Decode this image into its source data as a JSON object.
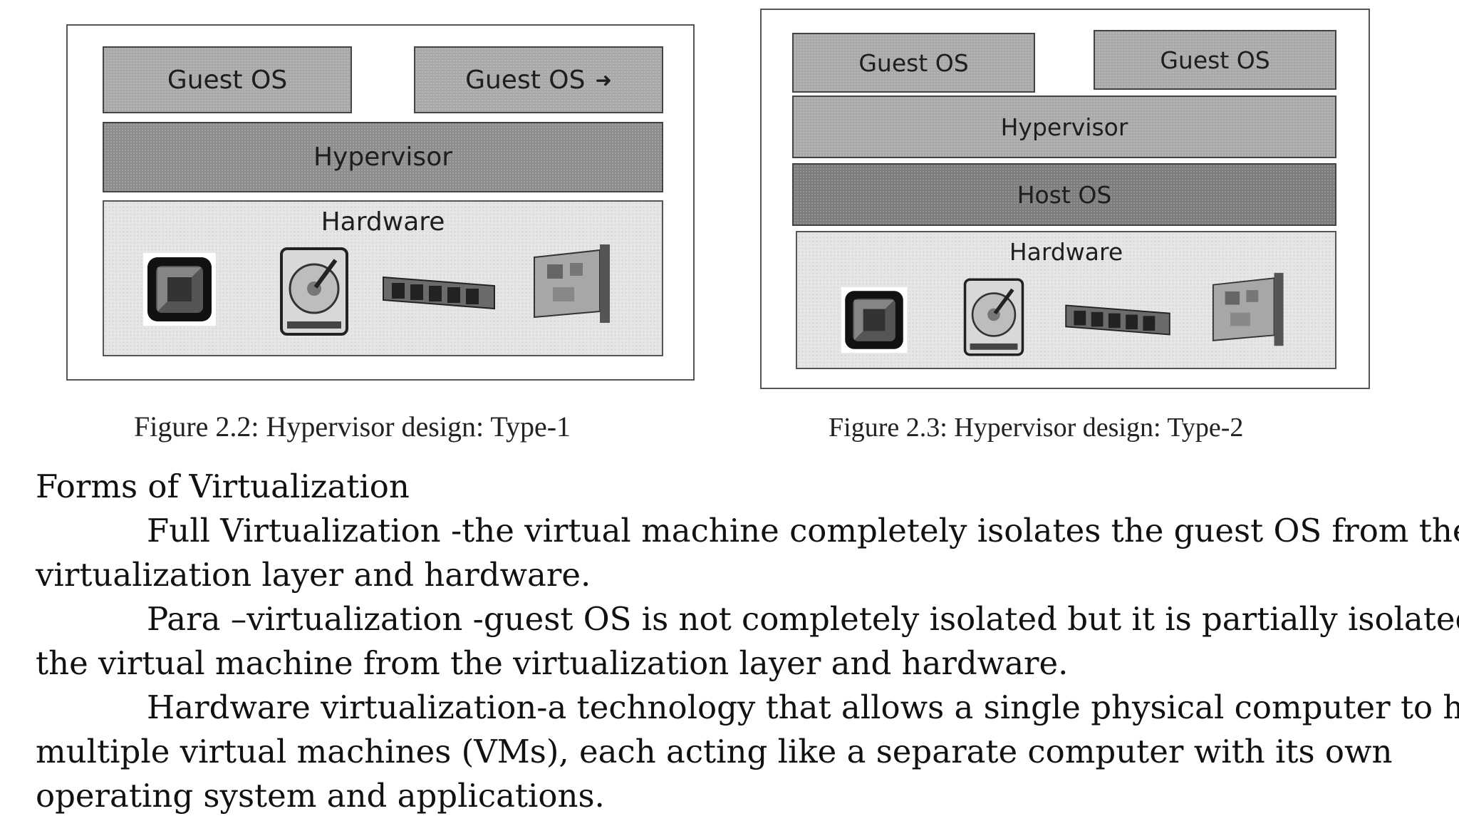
{
  "figures": [
    {
      "guest_os_left": "Guest OS",
      "guest_os_right": "Guest OS",
      "hypervisor": "Hypervisor",
      "hardware": "Hardware",
      "caption": "Figure 2.2: Hypervisor design: Type-1",
      "icons": [
        "cpu-chip-icon",
        "hard-drive-icon",
        "ram-module-icon",
        "network-card-icon"
      ]
    },
    {
      "guest_os_left": "Guest OS",
      "guest_os_right": "Guest OS",
      "hypervisor": "Hypervisor",
      "host_os": "Host OS",
      "hardware": "Hardware",
      "caption": "Figure 2.3: Hypervisor design: Type-2",
      "icons": [
        "cpu-chip-icon",
        "hard-drive-icon",
        "ram-module-icon",
        "network-card-icon"
      ]
    }
  ],
  "section": {
    "heading": "Forms of Virtualization",
    "p1_line1": "Full Virtualization -the virtual machine completely isolates the guest OS from the",
    "p1_line2": "virtualization layer and hardware.",
    "p2_line1": "Para –virtualization -guest OS is not completely isolated but it is partially isolated by",
    "p2_line2": "the virtual machine from the virtualization layer and hardware.",
    "p3_line1": "Hardware virtualization-a technology that allows a single physical computer to host",
    "p3_line2": "multiple virtual machines (VMs), each acting like a separate computer with its own",
    "p3_line3": "operating system and applications."
  }
}
